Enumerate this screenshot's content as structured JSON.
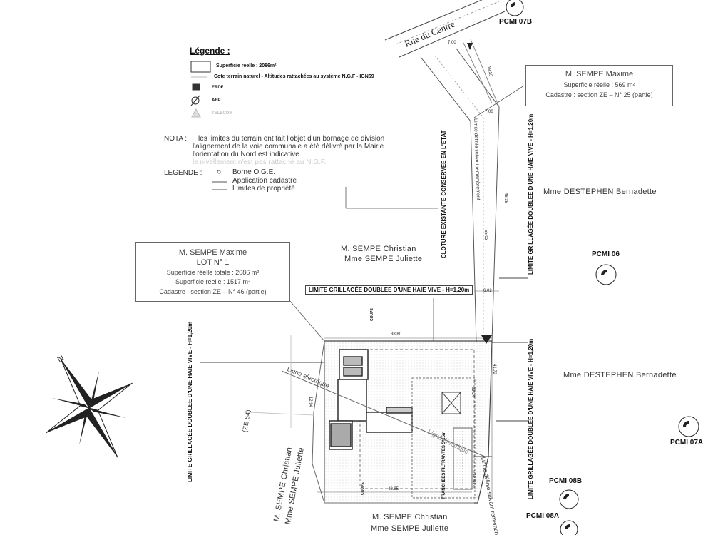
{
  "legend": {
    "title": "Légende :",
    "items": [
      {
        "label": "Superficie réelle : 2086m²",
        "icon": "parcel-box-icon"
      },
      {
        "label": "Cote terrain naturel - Altitudes rattachées au système N.G.F - IGN69",
        "icon": "altitude-marker-icon"
      },
      {
        "label": "ERDF",
        "icon": "erdf-icon"
      },
      {
        "label": "AEP",
        "icon": "aep-valve-icon"
      },
      {
        "label": "TELECOM",
        "icon": "telecom-triangle-icon"
      }
    ]
  },
  "nota": {
    "label": "NOTA :",
    "lines": [
      "les limites du terrain ont fait l'objet d'un bornage de division",
      "l'alignement de la voie communale a été délivré par la Mairie",
      "l'orientation du Nord est indicative",
      "le nivellement n'est pas rattaché au N.G.F."
    ],
    "legend_label": "LEGENDE :",
    "legend_items": [
      "Borne O.G.E.",
      "Application cadastre",
      "Limites de propriété"
    ]
  },
  "road": {
    "name": "Rue du Centre"
  },
  "box_sempe_maxime_top": {
    "lines": [
      "M. SEMPE Maxime",
      "Superficie réelle : 569 m²",
      "Cadastre : section ZE – N° 25 (partie)"
    ]
  },
  "box_lot1": {
    "lines": [
      "M. SEMPE Maxime",
      "LOT N° 1",
      "Superficie réelle totale : 2086 m²",
      "Superficie réelle : 1517 m²",
      "Cadastre : section ZE – N° 46 (partie)"
    ]
  },
  "owners": {
    "sempe_christian_center": [
      "M. SEMPE Christian",
      "Mme SEMPE Juliette"
    ],
    "sempe_christian_bottom": [
      "M. SEMPE Christian",
      "Mme SEMPE Juliette"
    ],
    "sempe_christian_rotated": [
      "M. SEMPE Christian",
      "Mme SEMPE Juliette"
    ],
    "destephen_top": "Mme DESTEPHEN Bernadette",
    "destephen_mid": "Mme DESTEPHEN Bernadette",
    "ze54": "(ZE 54)"
  },
  "fence_labels": {
    "cloture": "CLOTURE EXISTANTE CONSERVEE EN L'ETAT",
    "grillage": "LIMITE GRILLAGÉE DOUBLEE D'UNE HAIE VIVE - H=1,20m"
  },
  "limit_text": "Limite définie suivant remembrement",
  "wire_text": "Ligne électrique",
  "trench_text": "TRANCHEES FILTRANTES 5*15m",
  "coupe_label": "COUPE",
  "pcmi": [
    "PCMI 07B",
    "PCMI 06",
    "PCMI 07A",
    "PCMI 08B",
    "PCMI 08A"
  ],
  "dimensions": {
    "d_700a": "7.00",
    "d_700b": "7.00",
    "d_1933": "19.33",
    "d_4635": "46.35",
    "d_5503": "55.03",
    "d_602": "6.02",
    "d_3880": "38.80",
    "d_4172": "41.72",
    "d_1294": "12.94",
    "d_4285": "42.85",
    "d_3290": "32.90",
    "d_2924": "29.24"
  }
}
